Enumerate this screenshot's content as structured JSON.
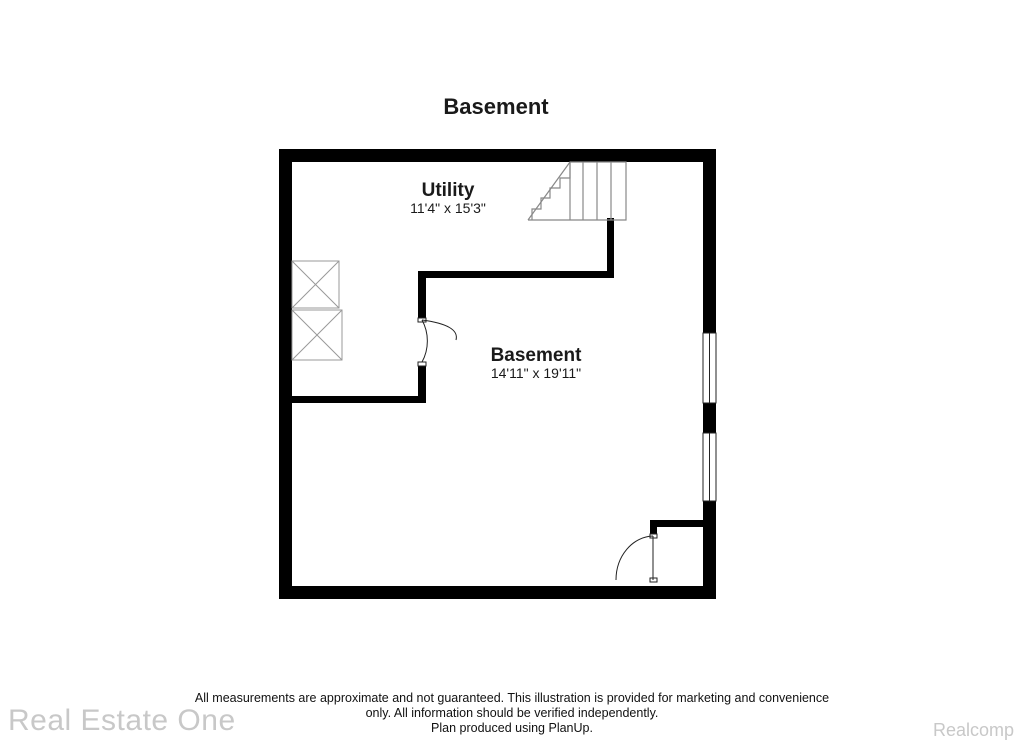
{
  "plan": {
    "title": "Basement",
    "rooms": [
      {
        "name": "Utility",
        "dimensions": "11'4\" x 15'3\""
      },
      {
        "name": "Basement",
        "dimensions": "14'11\" x 19'11\""
      }
    ]
  },
  "disclaimer": {
    "line1": "All measurements are approximate and not guaranteed. This illustration is provided for marketing and convenience",
    "line2": "only. All information should be verified independently.",
    "line3": "Plan produced using PlanUp."
  },
  "watermarks": {
    "left": "Real Estate One",
    "right": "Realcomp"
  },
  "colors": {
    "wall": "#000000",
    "fixture_line": "#999999",
    "watermark": "#c8c8c8"
  }
}
